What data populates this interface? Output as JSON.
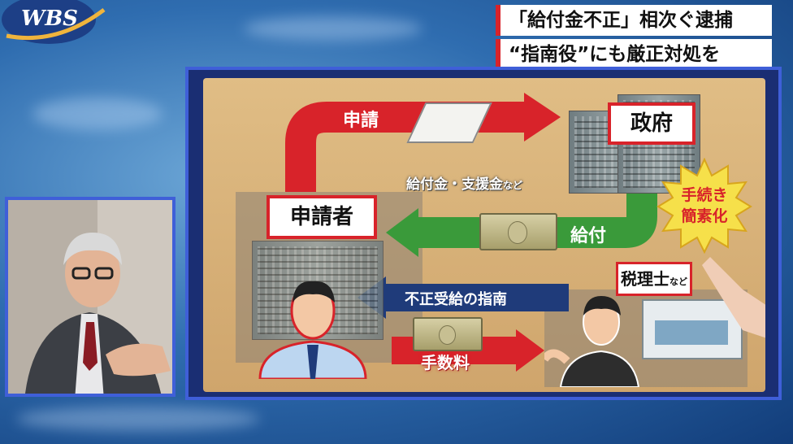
{
  "logo": {
    "text": "WBS"
  },
  "headline": {
    "line1": "「給付金不正」相次ぐ逮捕",
    "line2": "“指南役”にも厳正対処を"
  },
  "diagram": {
    "apply_label": "申請",
    "applicant_label": "申請者",
    "government_label": "政府",
    "benefits_label": "給付金・支援金",
    "benefits_suffix": "など",
    "payment_label": "給付",
    "simplify_line1": "手続き",
    "simplify_line2": "簡素化",
    "advice_label": "不正受給の指南",
    "fee_label": "手数料",
    "tax_label": "税理士",
    "tax_suffix": "など"
  },
  "colors": {
    "accent_red": "#d8232a",
    "accent_green": "#3a9a3a",
    "accent_navy": "#1f3b7a",
    "frame_blue": "#3f5fd8"
  },
  "icons": [
    "wbs-logo-icon",
    "application-form-icon",
    "money-bundle-icon",
    "government-building-icon",
    "office-building-icon",
    "applicant-person-icon",
    "tax-accountant-person-icon"
  ]
}
